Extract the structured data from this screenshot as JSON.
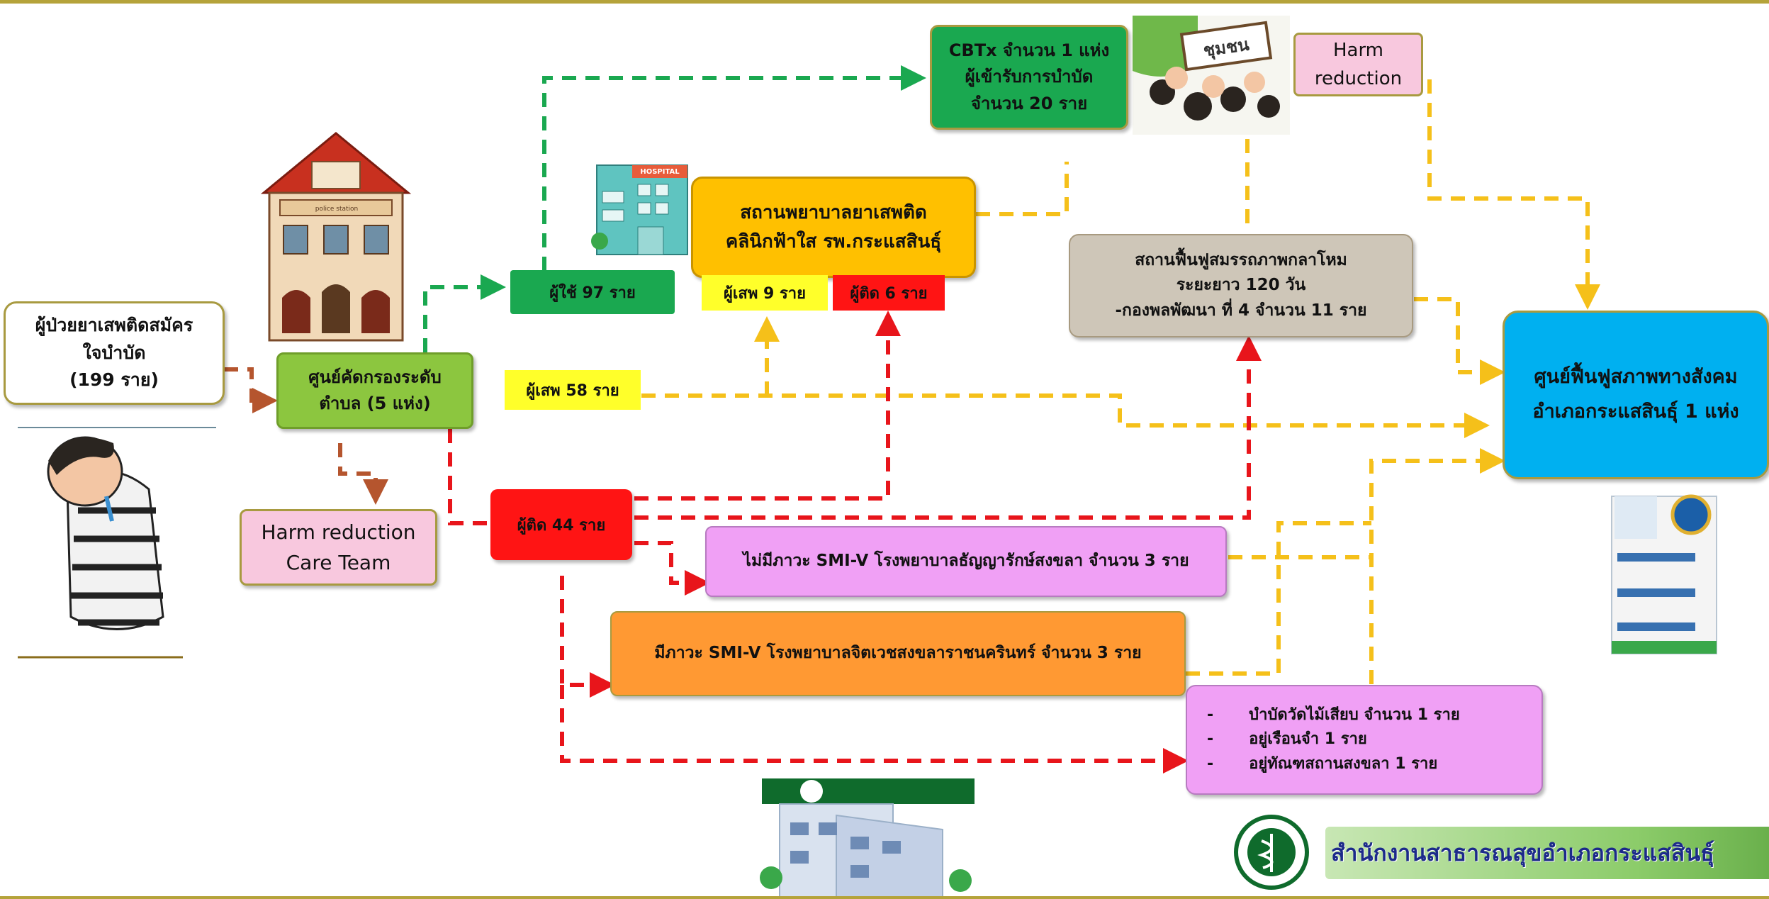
{
  "patients": {
    "line1": "ผู้ป่วยยาเสพติดสมัคร",
    "line2": "ใจบำบัด",
    "line3": "(199 ราย)"
  },
  "screening": {
    "line1": "ศูนย์คัดกรองระดับ",
    "line2": "ตำบล (5 แห่ง)"
  },
  "harm_team": {
    "line1": "Harm reduction",
    "line2": "Care Team"
  },
  "users_tag": "ผู้ใช้  97 ราย",
  "abusers_tag": "ผู้เสพ 58 ราย",
  "addicts_tag": "ผู้ติด 44 ราย",
  "cbtx": {
    "line1": "CBTx จำนวน 1 แห่ง",
    "line2": "ผู้เข้ารับการบำบัด",
    "line3": "จำนวน   20  ราย"
  },
  "community_sign": "ชุมชน",
  "harm_reduction_top": {
    "line1": "Harm",
    "line2": "reduction"
  },
  "hospital_sign": "HOSPITAL",
  "police_sign": "police station",
  "clinic": {
    "line1": "สถานพยาบาลยาเสพติด",
    "line2": "คลินิกฟ้าใส  รพ.กระแสสินธุ์"
  },
  "clinic_abusers": "ผู้เสพ 9 ราย",
  "clinic_addicts": "ผู้ติด 6 ราย",
  "rehab": {
    "line1": "สถานฟื้นฟูสมรรถภาพกลาโหม",
    "line2": "ระยะยาว 120 วัน",
    "line3": "-กองพลพัฒนา ที่ 4 จำนวน  11 ราย"
  },
  "social_center": {
    "line1": "ศูนย์ฟื้นฟูสภาพทางสังคม",
    "line2": "อำเภอกระแสสินธุ์  1 แห่ง"
  },
  "no_smiv": "ไม่มีภาวะ SMI-V โรงพยาบาลธัญญารักษ์สงขลา  จำนวน 3 ราย",
  "smiv": "มีภาวะ SMI-V โรงพยาบาลจิตเวชสงขลาราชนครินทร์  จำนวน 3 ราย",
  "outcomes": [
    {
      "bullet": "-",
      "text": "บำบัดวัดไม้เสียบ จำนวน 1 ราย"
    },
    {
      "bullet": "-",
      "text": "อยู่เรือนจำ 1 ราย"
    },
    {
      "bullet": "-",
      "text": "อยู่ทัณฑสถานสงขลา 1 ราย"
    }
  ],
  "footer": "สำนักงานสาธารณสุขอำเภอกระแสสินธุ์",
  "colors": {
    "green_arrow": "#1aa850",
    "yellow_arrow": "#f5c01a",
    "red_arrow": "#e8151b",
    "brown_arrow": "#b5552e"
  }
}
